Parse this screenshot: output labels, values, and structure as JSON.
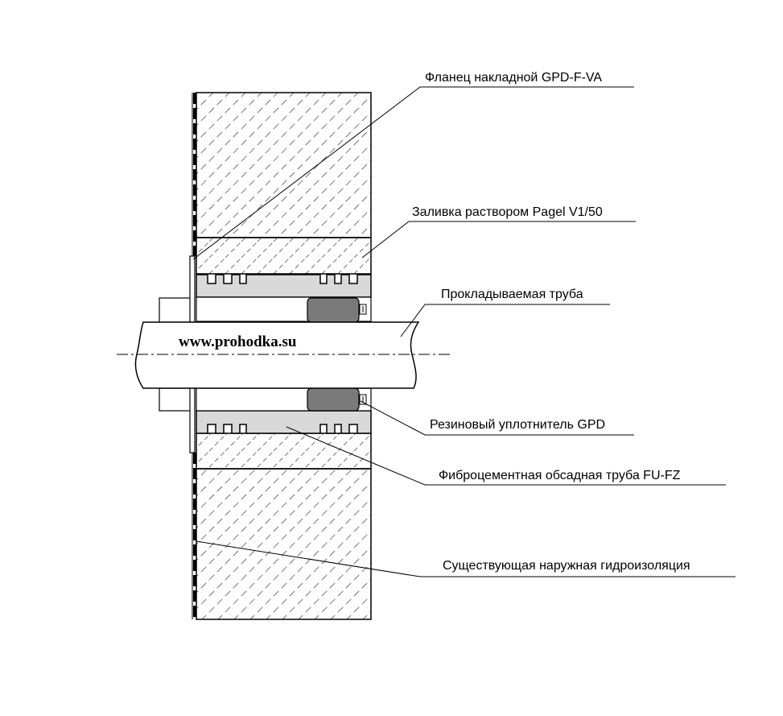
{
  "labels": {
    "flange": "Фланец накладной GPD-F-VA",
    "grout": "Заливка раствором Pagel V1/50",
    "pipe": "Прокладываемая труба",
    "seal": "Резиновый уплотнитель GPD",
    "sleeve": "Фиброцементная обсадная труба FU-FZ",
    "waterproofing": "Существующая наружная гидроизоляция"
  },
  "watermark": "www.prohodka.su",
  "colors": {
    "line": "#000000",
    "sleeve_fill": "#d9d9d9",
    "seal_fill": "#7a7a7a",
    "hatch": "#555555",
    "background": "#ffffff"
  }
}
